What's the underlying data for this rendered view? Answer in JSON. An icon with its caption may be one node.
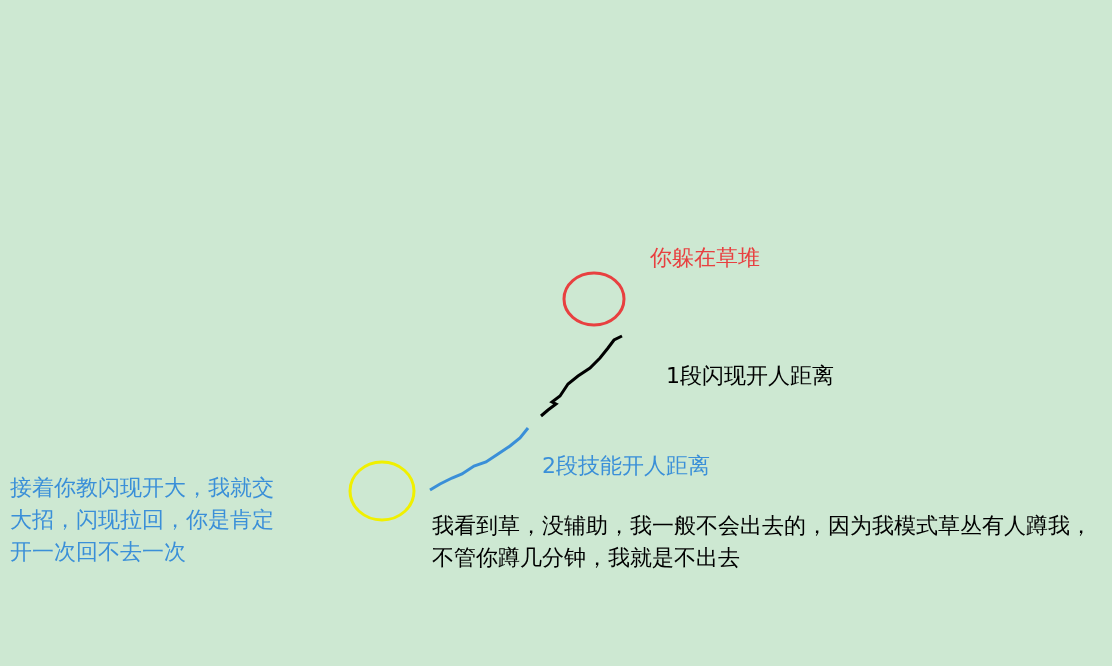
{
  "diagram": {
    "nodes": [
      {
        "text": [],
        "shape": "circle",
        "beside": [
          "你躲在草堆"
        ]
      },
      {
        "text": [],
        "shape": "circle",
        "beside": [
          "接着你教闪现开大，我就交大招，闪现拉回，你是肯定开一次回不去一次"
        ]
      }
    ],
    "labels": [
      "1段闪现开人距离",
      "2段技能开人距离",
      "我看到草，没辅助，我一般不会出去的，因为我模式草丛有人蹲我，不管你蹲几分钟，我就是不出去"
    ]
  }
}
